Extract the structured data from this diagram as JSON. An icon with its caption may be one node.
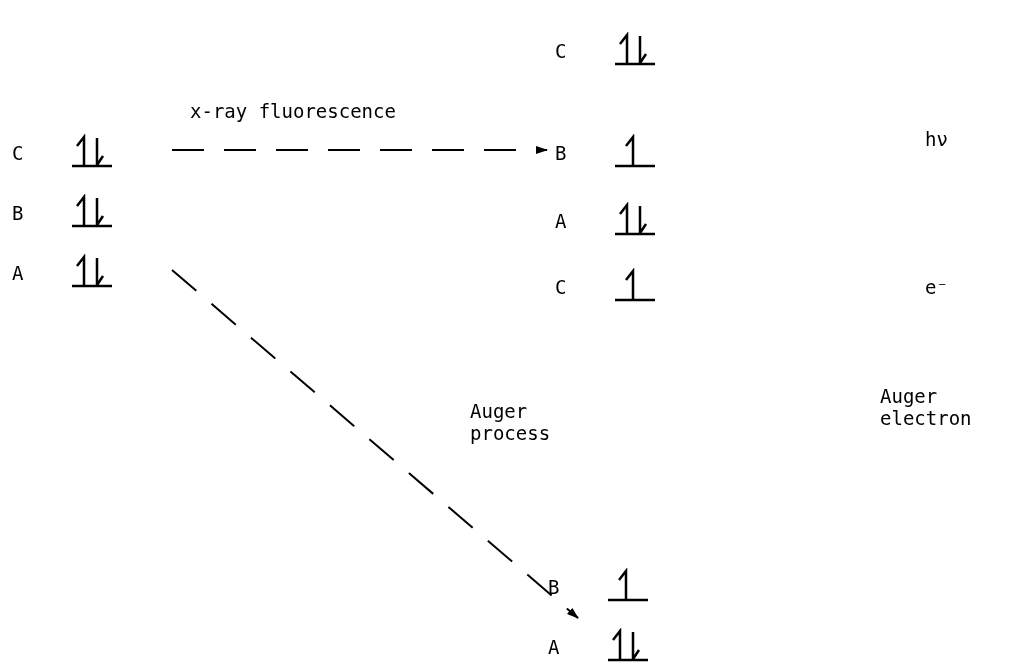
{
  "diagram": {
    "nodes": [
      {
        "text": [
          "C"
        ]
      },
      {
        "text": [
          "B"
        ]
      },
      {
        "text": [
          "A"
        ]
      },
      {
        "text": [
          "C"
        ]
      },
      {
        "text": [
          "B"
        ]
      },
      {
        "text": [
          "A"
        ]
      },
      {
        "text": [
          "C"
        ]
      },
      {
        "text": [
          "B"
        ]
      },
      {
        "text": [
          "A"
        ]
      }
    ],
    "edges": [
      {
        "from": 0,
        "to": 4,
        "arrow": "to",
        "style": "dashed",
        "label": "x-ray fluorescence"
      },
      {
        "from": 2,
        "to": 8,
        "arrow": "to",
        "style": "dashed",
        "label": "Auger process"
      }
    ],
    "labels": [
      "hν",
      "e⁻",
      "Auger electron"
    ]
  }
}
